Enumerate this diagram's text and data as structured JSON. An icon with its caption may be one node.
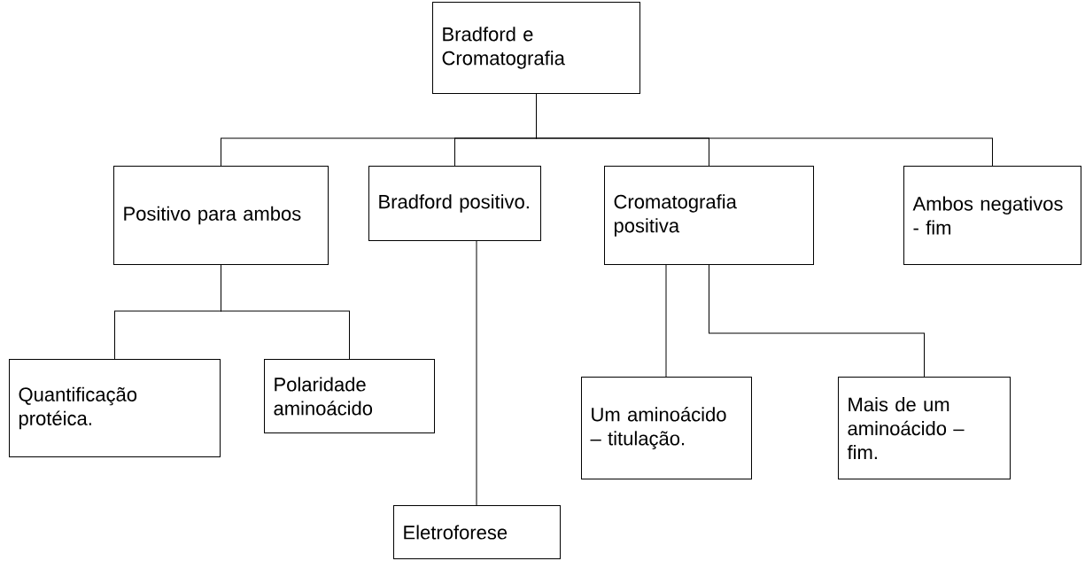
{
  "diagram": {
    "nodes": [
      {
        "text": [
          "Bradford e Cromatografia"
        ]
      },
      {
        "text": [
          "Positivo para ambos"
        ]
      },
      {
        "text": [
          "Bradford positivo."
        ]
      },
      {
        "text": [
          "Cromatografia positiva"
        ]
      },
      {
        "text": [
          "Ambos negativos - fim"
        ]
      },
      {
        "text": [
          "Quantificação protéica."
        ]
      },
      {
        "text": [
          "Polaridade aminoácido"
        ]
      },
      {
        "text": [
          "Um aminoácido – titulação."
        ]
      },
      {
        "text": [
          "Mais de um aminoácido – fim."
        ]
      },
      {
        "text": [
          "Eletroforese"
        ]
      }
    ],
    "edges": [
      {
        "from": 0,
        "to": 1,
        "arrow": "none"
      },
      {
        "from": 0,
        "to": 2,
        "arrow": "none"
      },
      {
        "from": 0,
        "to": 3,
        "arrow": "none"
      },
      {
        "from": 0,
        "to": 4,
        "arrow": "none"
      },
      {
        "from": 1,
        "to": 5,
        "arrow": "none"
      },
      {
        "from": 1,
        "to": 6,
        "arrow": "none"
      },
      {
        "from": 2,
        "to": 9,
        "arrow": "none"
      },
      {
        "from": 3,
        "to": 7,
        "arrow": "none"
      },
      {
        "from": 3,
        "to": 8,
        "arrow": "none"
      }
    ]
  }
}
